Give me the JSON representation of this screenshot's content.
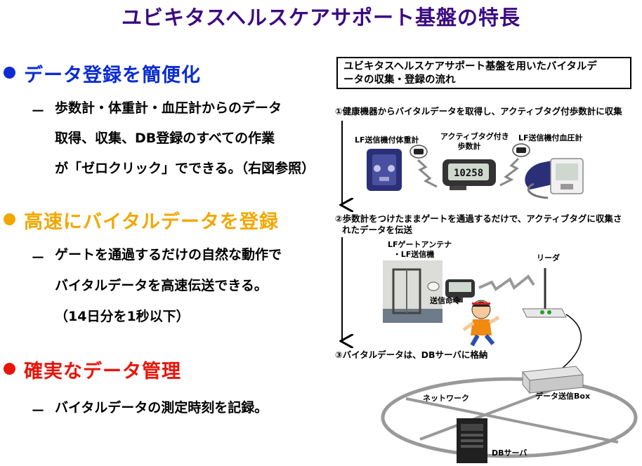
{
  "title": "ユビキタスヘルスケアサポート基盤の特長",
  "colors": {
    "title": "#3b0a82",
    "blue": "#0a2cd2",
    "orange": "#f0a800",
    "red": "#e8140a"
  },
  "sections": [
    {
      "heading": "データ登録を簡便化",
      "dash": "－",
      "lines": [
        "歩数計・体重計・血圧計からのデータ",
        "取得、収集、DB登録のすべての作業",
        "が「ゼロクリック」でできる。（右図参照）"
      ]
    },
    {
      "heading": "高速にバイタルデータを登録",
      "dash": "－",
      "lines": [
        "ゲートを通過するだけの自然な動作で",
        "バイタルデータを高速伝送できる。",
        "（14日分を1秒以下）"
      ]
    },
    {
      "heading": "確実なデータ管理",
      "dash": "－",
      "lines": [
        "バイタルデータの測定時刻を記録。"
      ]
    }
  ],
  "diagram": {
    "box_title": [
      "ユビキタスヘルスケアサポート基盤を用いたバイタルデ",
      "ータの収集・登録の流れ"
    ],
    "step1": "①健康機器からバイタルデータを取得し、アクティブタグ付歩数計に収集",
    "step2": [
      "②歩数計をつけたままゲートを通過するだけで、アクティブタグに収集さ",
      "れたデータを伝送"
    ],
    "step3": "③バイタルデータは、DBサーバに格納",
    "labels": {
      "scale": "LF送信機付体重計",
      "pedometer": [
        "アクティブタグ付き",
        "歩数計"
      ],
      "bp_monitor": "LF送信機付血圧計",
      "gate": [
        "LFゲートアンテナ",
        "・LF送信機"
      ],
      "reader": "リーダ",
      "command": "送信命令",
      "network": "ネットワーク",
      "box": "データ送信Box",
      "server": "DBサーバ"
    },
    "pedometer_display": "10258"
  }
}
